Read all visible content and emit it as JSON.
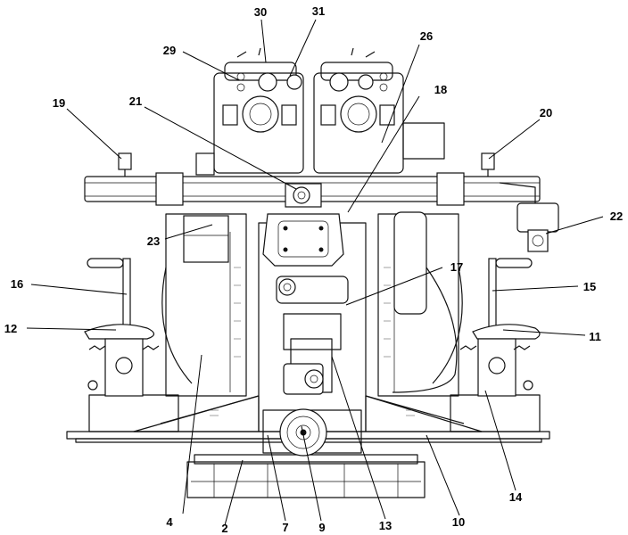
{
  "figure": {
    "callouts": [
      {
        "id": "c2",
        "label": "2"
      },
      {
        "id": "c4",
        "label": "4"
      },
      {
        "id": "c7",
        "label": "7"
      },
      {
        "id": "c9",
        "label": "9"
      },
      {
        "id": "c10",
        "label": "10"
      },
      {
        "id": "c11",
        "label": "11"
      },
      {
        "id": "c12",
        "label": "12"
      },
      {
        "id": "c13",
        "label": "13"
      },
      {
        "id": "c14",
        "label": "14"
      },
      {
        "id": "c15",
        "label": "15"
      },
      {
        "id": "c16",
        "label": "16"
      },
      {
        "id": "c17",
        "label": "17"
      },
      {
        "id": "c18",
        "label": "18"
      },
      {
        "id": "c19",
        "label": "19"
      },
      {
        "id": "c20",
        "label": "20"
      },
      {
        "id": "c21",
        "label": "21"
      },
      {
        "id": "c22",
        "label": "22"
      },
      {
        "id": "c23",
        "label": "23"
      },
      {
        "id": "c26",
        "label": "26"
      },
      {
        "id": "c29",
        "label": "29"
      },
      {
        "id": "c30",
        "label": "30"
      },
      {
        "id": "c31",
        "label": "31"
      }
    ]
  }
}
